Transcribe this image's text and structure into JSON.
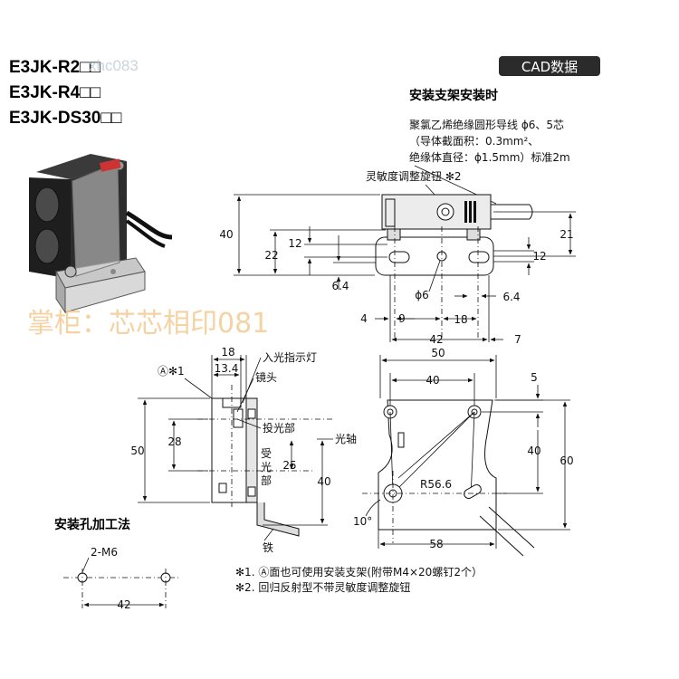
{
  "titles": {
    "model1": "E3JK-R2□□",
    "model2": "E3JK-R4□□",
    "model3": "E3JK-DS30□□"
  },
  "watermarks": {
    "top": "xhc083",
    "middle": "掌柜：芯芯相印081"
  },
  "cad_badge": "CAD数据",
  "section_bracket": "安装支架安装时",
  "section_holes": "安装孔加工法",
  "cable_note": {
    "line1": "聚氯乙烯绝缘圆形导线  ϕ6、5芯",
    "line2": "（导体截面积：0.3mm²、",
    "line3": "绝缘体直径：ϕ1.5mm）标准2m"
  },
  "labels": {
    "sensitivity_knob": "灵敏度调整旋钮 ✻2",
    "incident_indicator": "入光指示灯",
    "lens": "镜头",
    "emitter": "投光部",
    "optical_axis": "光轴",
    "receiver_1": "受",
    "receiver_2": "光",
    "receiver_3": "部",
    "iron": "铁",
    "face_a": "Ⓐ✻1",
    "holes_label": "2-M6",
    "radius": "R56.6",
    "angle": "10°",
    "dia6": "ϕ6"
  },
  "dims_front": {
    "d40": "40",
    "d22": "22",
    "d12l": "12",
    "d64l": "6.4",
    "d21": "21",
    "d12r": "12",
    "d64r": "6.4",
    "d4": "4",
    "d9": "9",
    "d18": "18",
    "d42": "42",
    "d7": "7"
  },
  "dims_side": {
    "d18": "18",
    "d134": "13.4",
    "d50": "50",
    "d28": "28",
    "d25": "25",
    "d40": "40"
  },
  "dims_bracket": {
    "d50": "50",
    "d40": "40",
    "d5": "5",
    "d40v": "40",
    "d60": "60",
    "d58": "58"
  },
  "dims_holes": {
    "d42": "42"
  },
  "notes": {
    "n1": "✻1. Ⓐ面也可使用安装支架(附带M4×20螺钉2个）",
    "n2": "✻2. 回归反射型不带灵敏度调整旋钮"
  }
}
